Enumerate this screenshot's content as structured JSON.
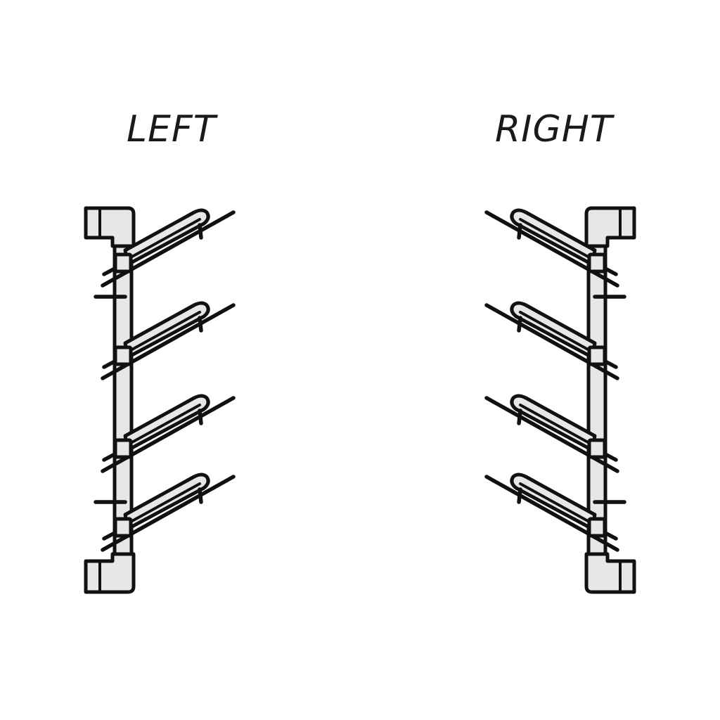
{
  "title_left": "LEFT",
  "title_right": "RIGHT",
  "diagram": {
    "variants": [
      "left",
      "right"
    ],
    "arms_per_rack": 4,
    "line_color": "#111111",
    "fill_color": "#e7e7e7"
  }
}
